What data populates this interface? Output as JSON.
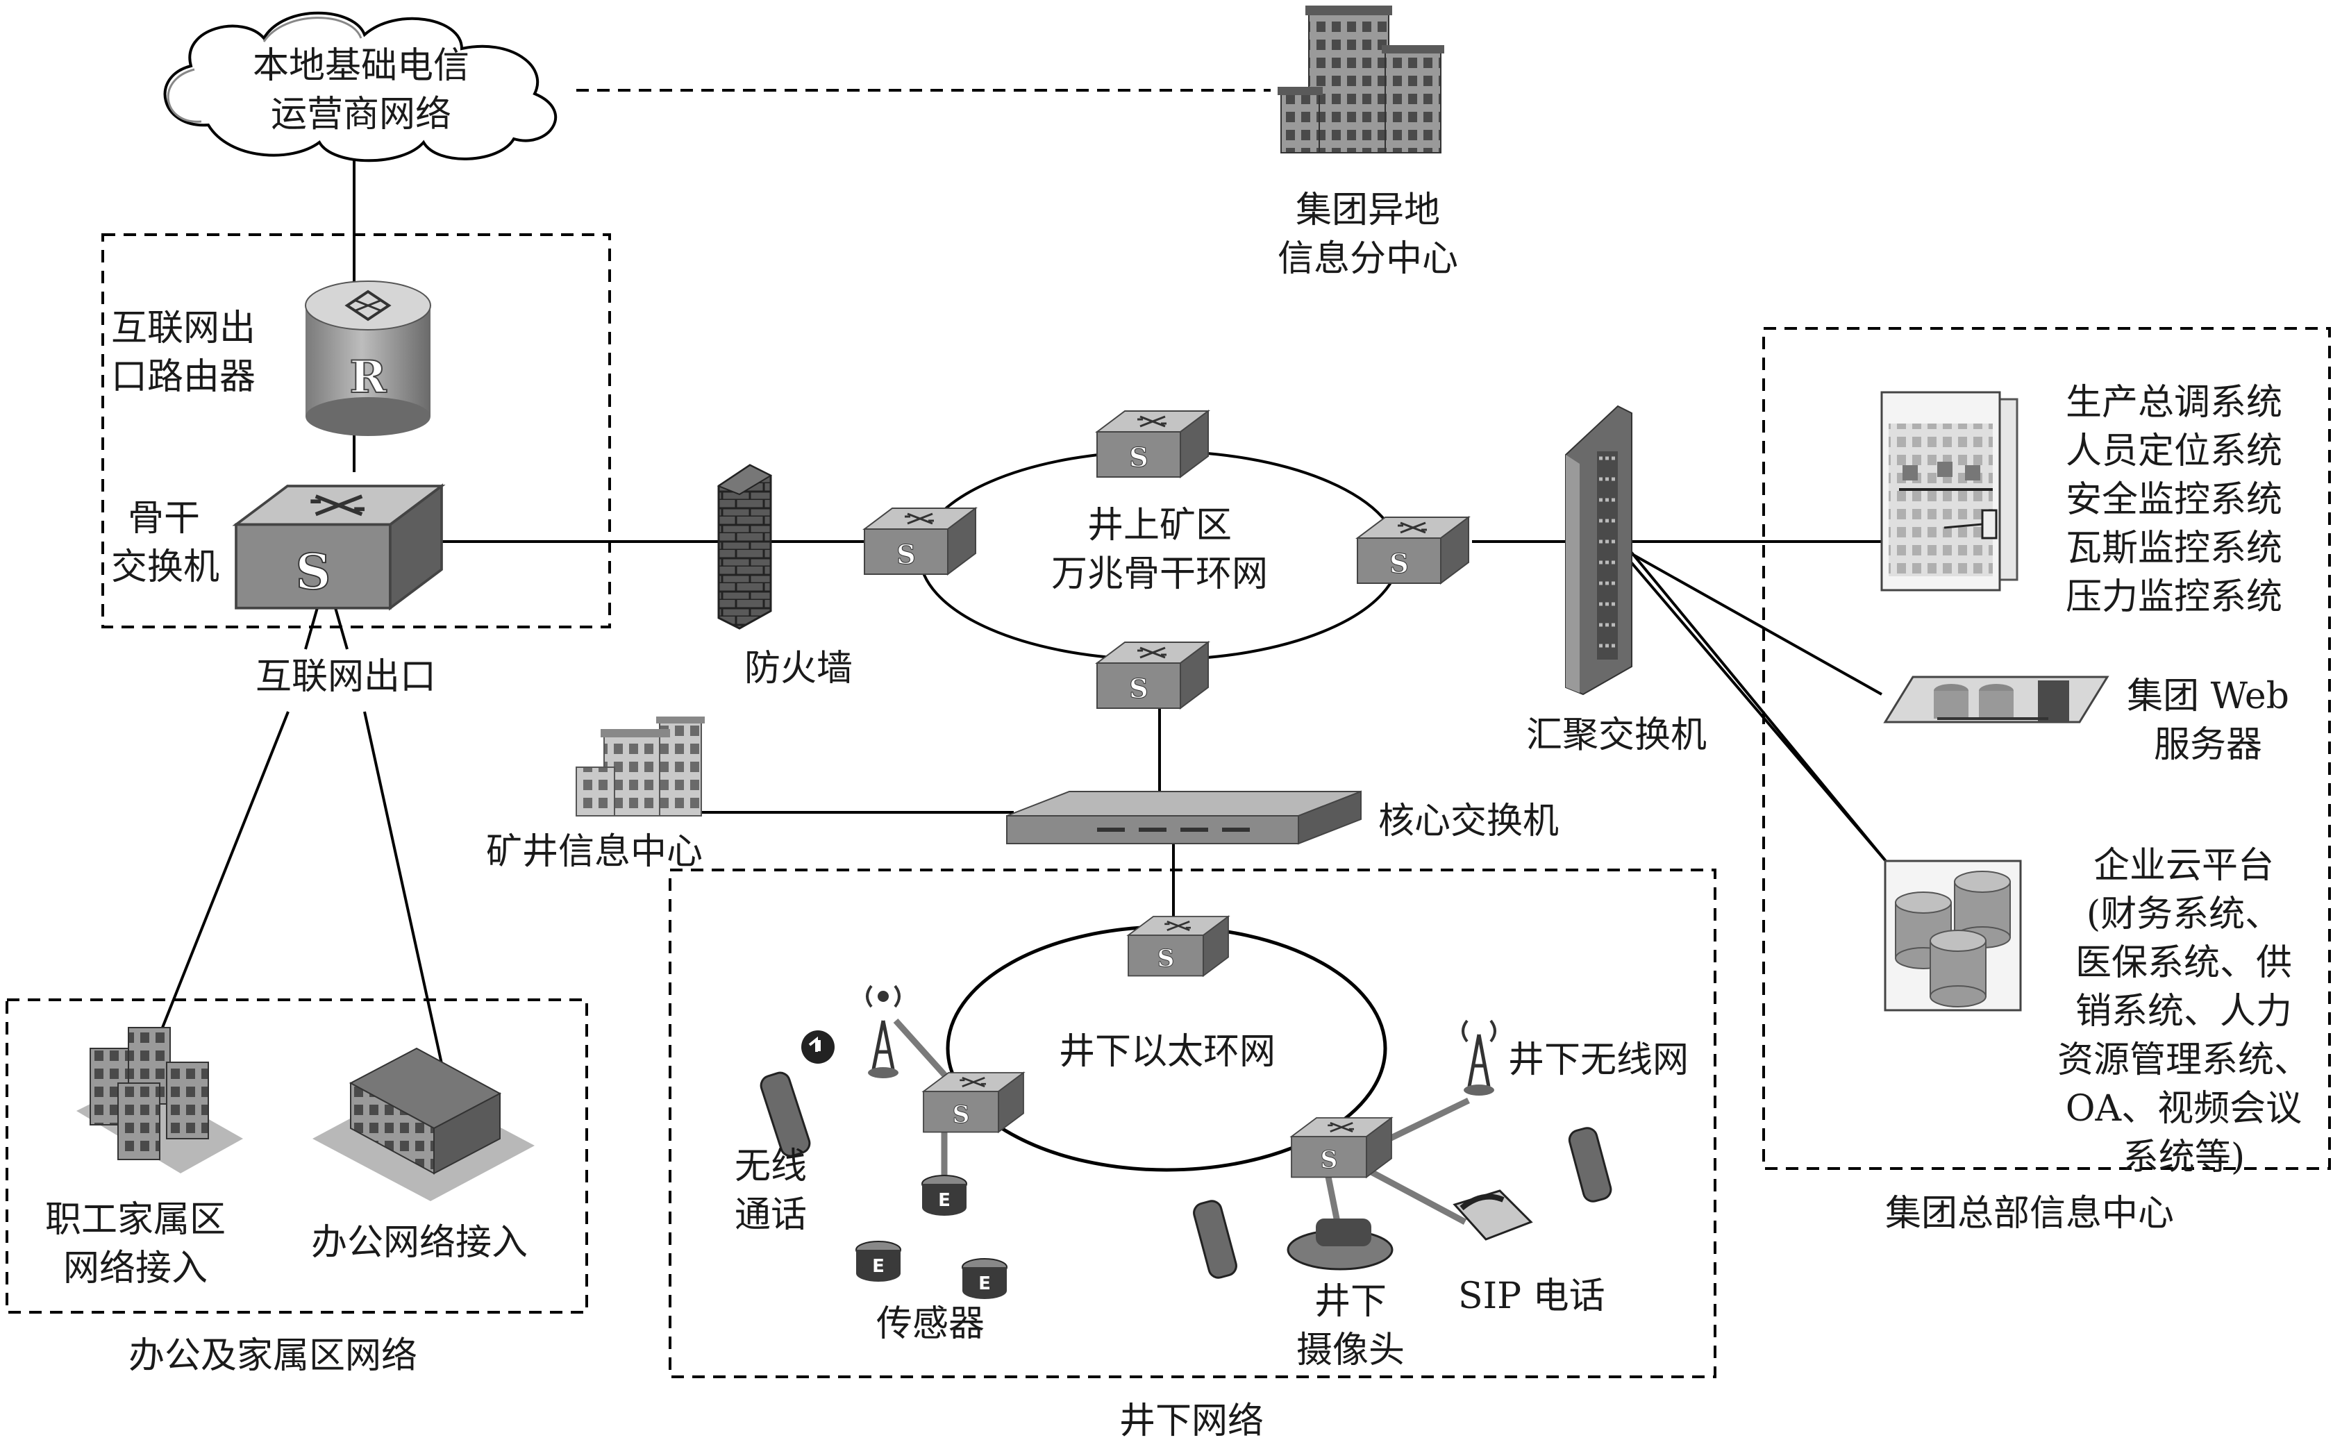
{
  "telecom": {
    "line1": "本地基础电信",
    "line2": "运营商网络"
  },
  "remote_center": {
    "line1": "集团异地",
    "line2": "信息分中心"
  },
  "router": {
    "line1": "互联网出",
    "line2": "口路由器"
  },
  "backbone_switch": {
    "line1": "骨干",
    "line2": "交换机"
  },
  "internet_exit": "互联网出口",
  "firewall": "防火墙",
  "ring_top": {
    "line1": "井上矿区",
    "line2": "万兆骨干环网"
  },
  "aggregation_switch": "汇聚交换机",
  "mine_center": "矿井信息中心",
  "core_switch": "核心交换机",
  "hq_systems": {
    "items": [
      "生产总调系统",
      "人员定位系统",
      "安全监控系统",
      "瓦斯监控系统",
      "压力监控系统"
    ]
  },
  "web_server": {
    "line1": "集团 Web",
    "line2": "服务器"
  },
  "cloud": {
    "items": [
      "企业云平台",
      "(财务系统、",
      "医保系统、供",
      "销系统、人力",
      "资源管理系统、",
      "OA、视频会议",
      "系统等)"
    ]
  },
  "hq_center": "集团总部信息中心",
  "ring_bottom": "井下以太环网",
  "underground_wireless": "井下无线网",
  "wireless_call": {
    "line1": "无线",
    "line2": "通话"
  },
  "sensor": "传感器",
  "camera": {
    "line1": "井下",
    "line2": "摄像头"
  },
  "sip_phone": "SIP 电话",
  "underground_network": "井下网络",
  "family_area": {
    "line1": "职工家属区",
    "line2": "网络接入"
  },
  "office_access": "办公网络接入",
  "office_family_network": "办公及家属区网络",
  "icon_text": {
    "router": "R",
    "switch": "S",
    "sensor": "E"
  }
}
